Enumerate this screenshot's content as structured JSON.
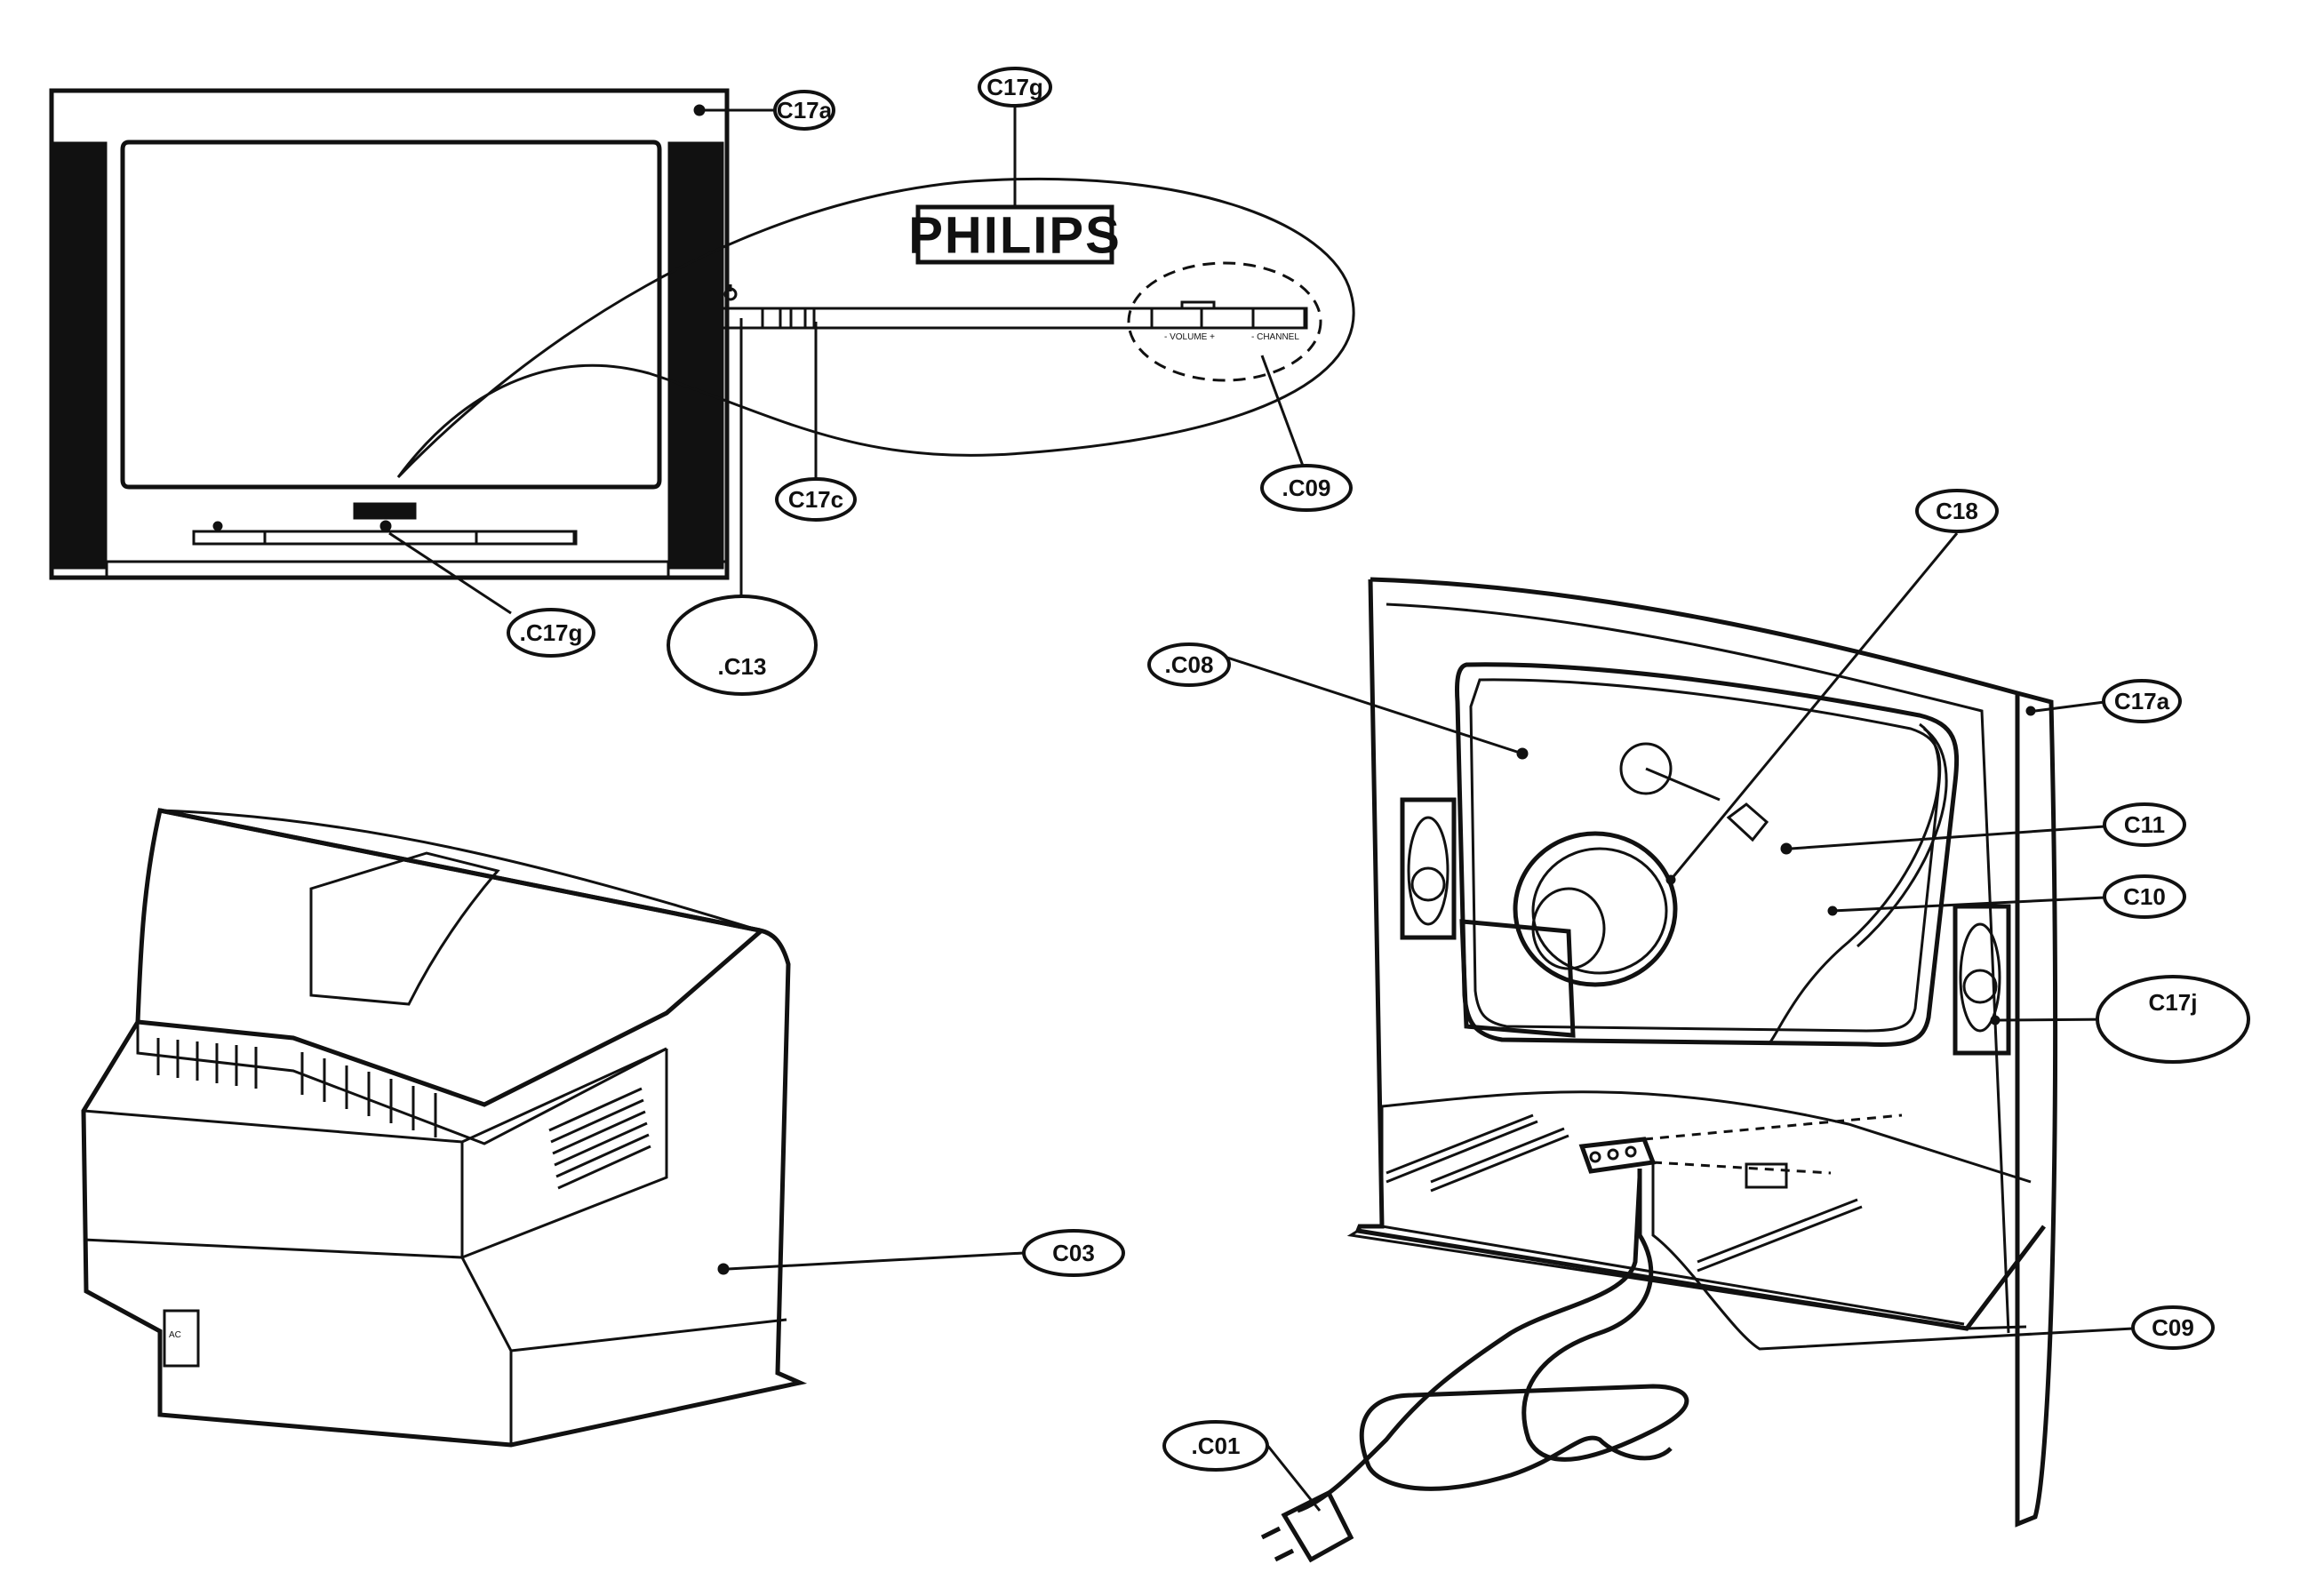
{
  "brand": {
    "logo": "PHILIPS"
  },
  "callouts": {
    "c17a_front": "C17a",
    "c17g_top": "C17g",
    "c17c": "C17c",
    "c09_front": ".C09",
    "c17g_front": ".C17g",
    "c13": ".C13",
    "c18": "C18",
    "c08": ".C08",
    "c17a_rear": "C17a",
    "c11": "C11",
    "c10": "C10",
    "c17j": "C17j",
    "c03": "C03",
    "c09_rear": "C09",
    "c01": ".C01"
  }
}
